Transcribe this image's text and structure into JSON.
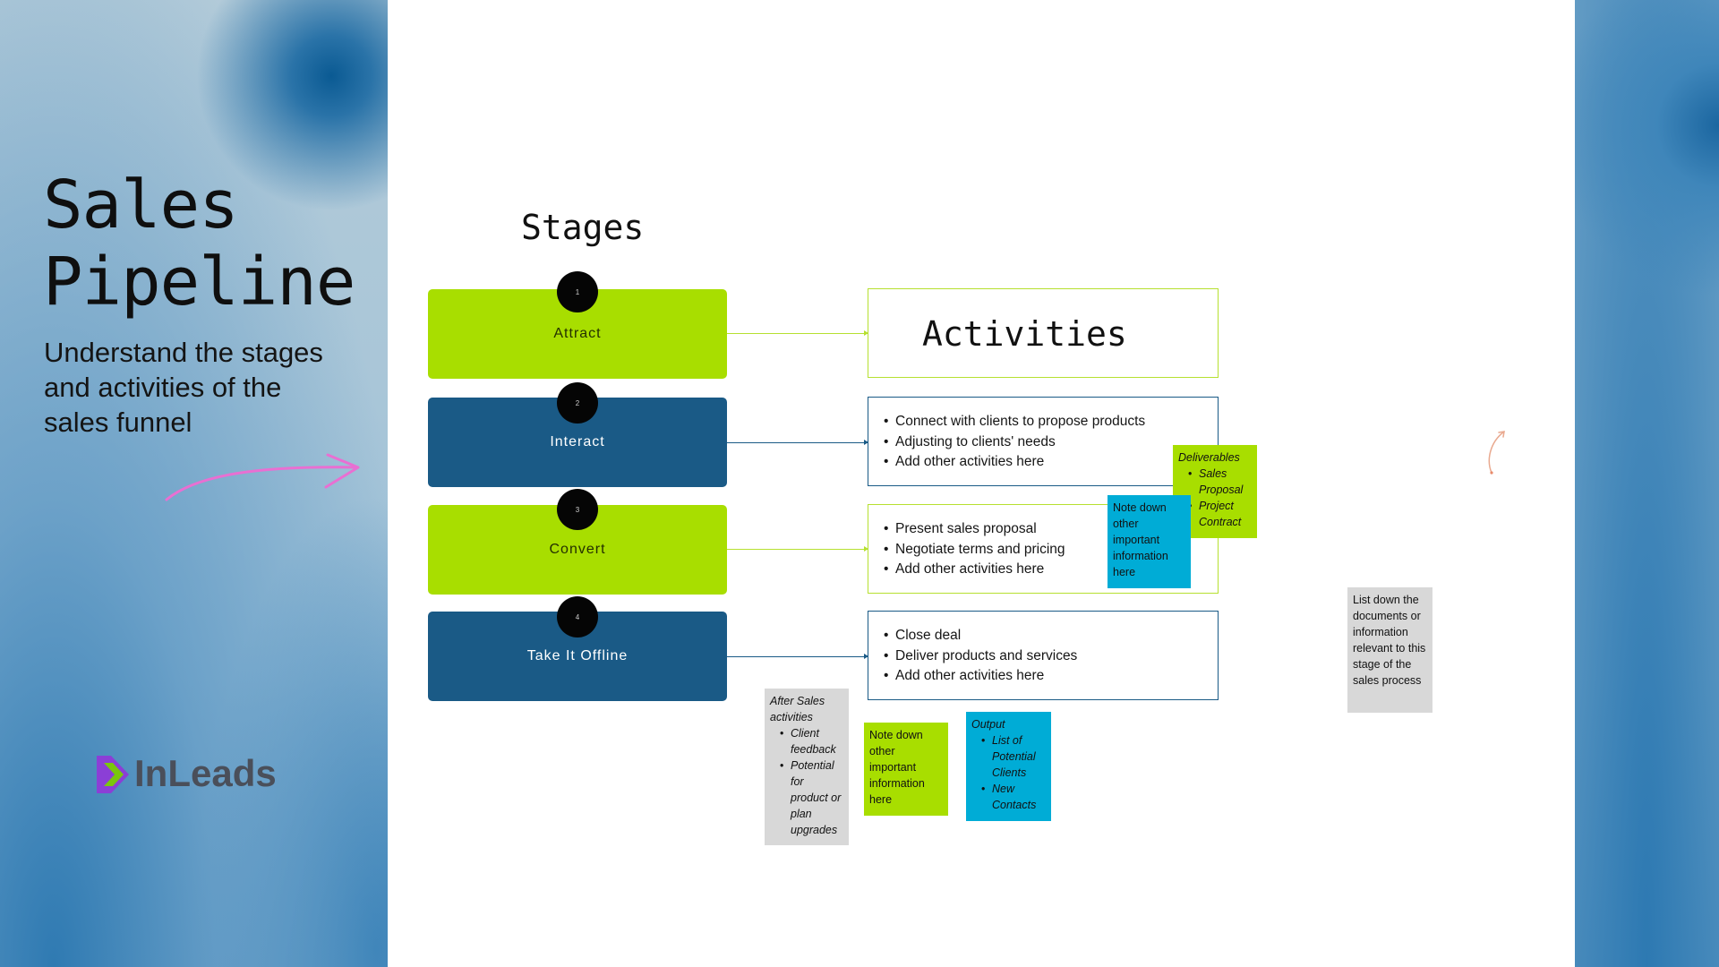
{
  "title": [
    "Sales",
    "Pipeline"
  ],
  "subtitle": "Understand the stages and activities of the sales funnel",
  "logo": {
    "text": "InLeads"
  },
  "stages_heading": "Stages",
  "activities_heading": "Activities",
  "stages": [
    {
      "number": "1",
      "label": "Attract"
    },
    {
      "number": "2",
      "label": "Interact"
    },
    {
      "number": "3",
      "label": "Convert"
    },
    {
      "number": "4",
      "label": "Take It Offline"
    }
  ],
  "activities": [
    {
      "items": [
        "Connect with clients to propose products",
        "Adjusting to clients' needs",
        "Add other activities here"
      ]
    },
    {
      "items": [
        "Present sales proposal",
        "Negotiate terms and pricing",
        "Add other activities here"
      ]
    },
    {
      "items": [
        "Close deal",
        "Deliver products and services",
        "Add other activities here"
      ]
    }
  ],
  "notes": {
    "deliverables": {
      "title": "Deliverables",
      "items": [
        "Sales Proposal",
        "Project Contract"
      ]
    },
    "note_cyan": "Note down other important information here",
    "after_sales": {
      "title": "After Sales activities",
      "items": [
        "Client feedback",
        "Potential for product or plan upgrades"
      ]
    },
    "note_green": "Note down other important information here",
    "output": {
      "title": "Output",
      "items": [
        "List of Potential Clients",
        "New Contacts"
      ]
    },
    "documents": "List down the documents or information relevant to this stage of the sales process"
  },
  "colors": {
    "green": "#a8de00",
    "blue": "#1a5a86",
    "cyan": "#00acd6",
    "gray": "#d8d8d8",
    "pink_arrow": "#e96fd2",
    "logo_purple": "#8b3fd6",
    "logo_green": "#7ac70c"
  }
}
